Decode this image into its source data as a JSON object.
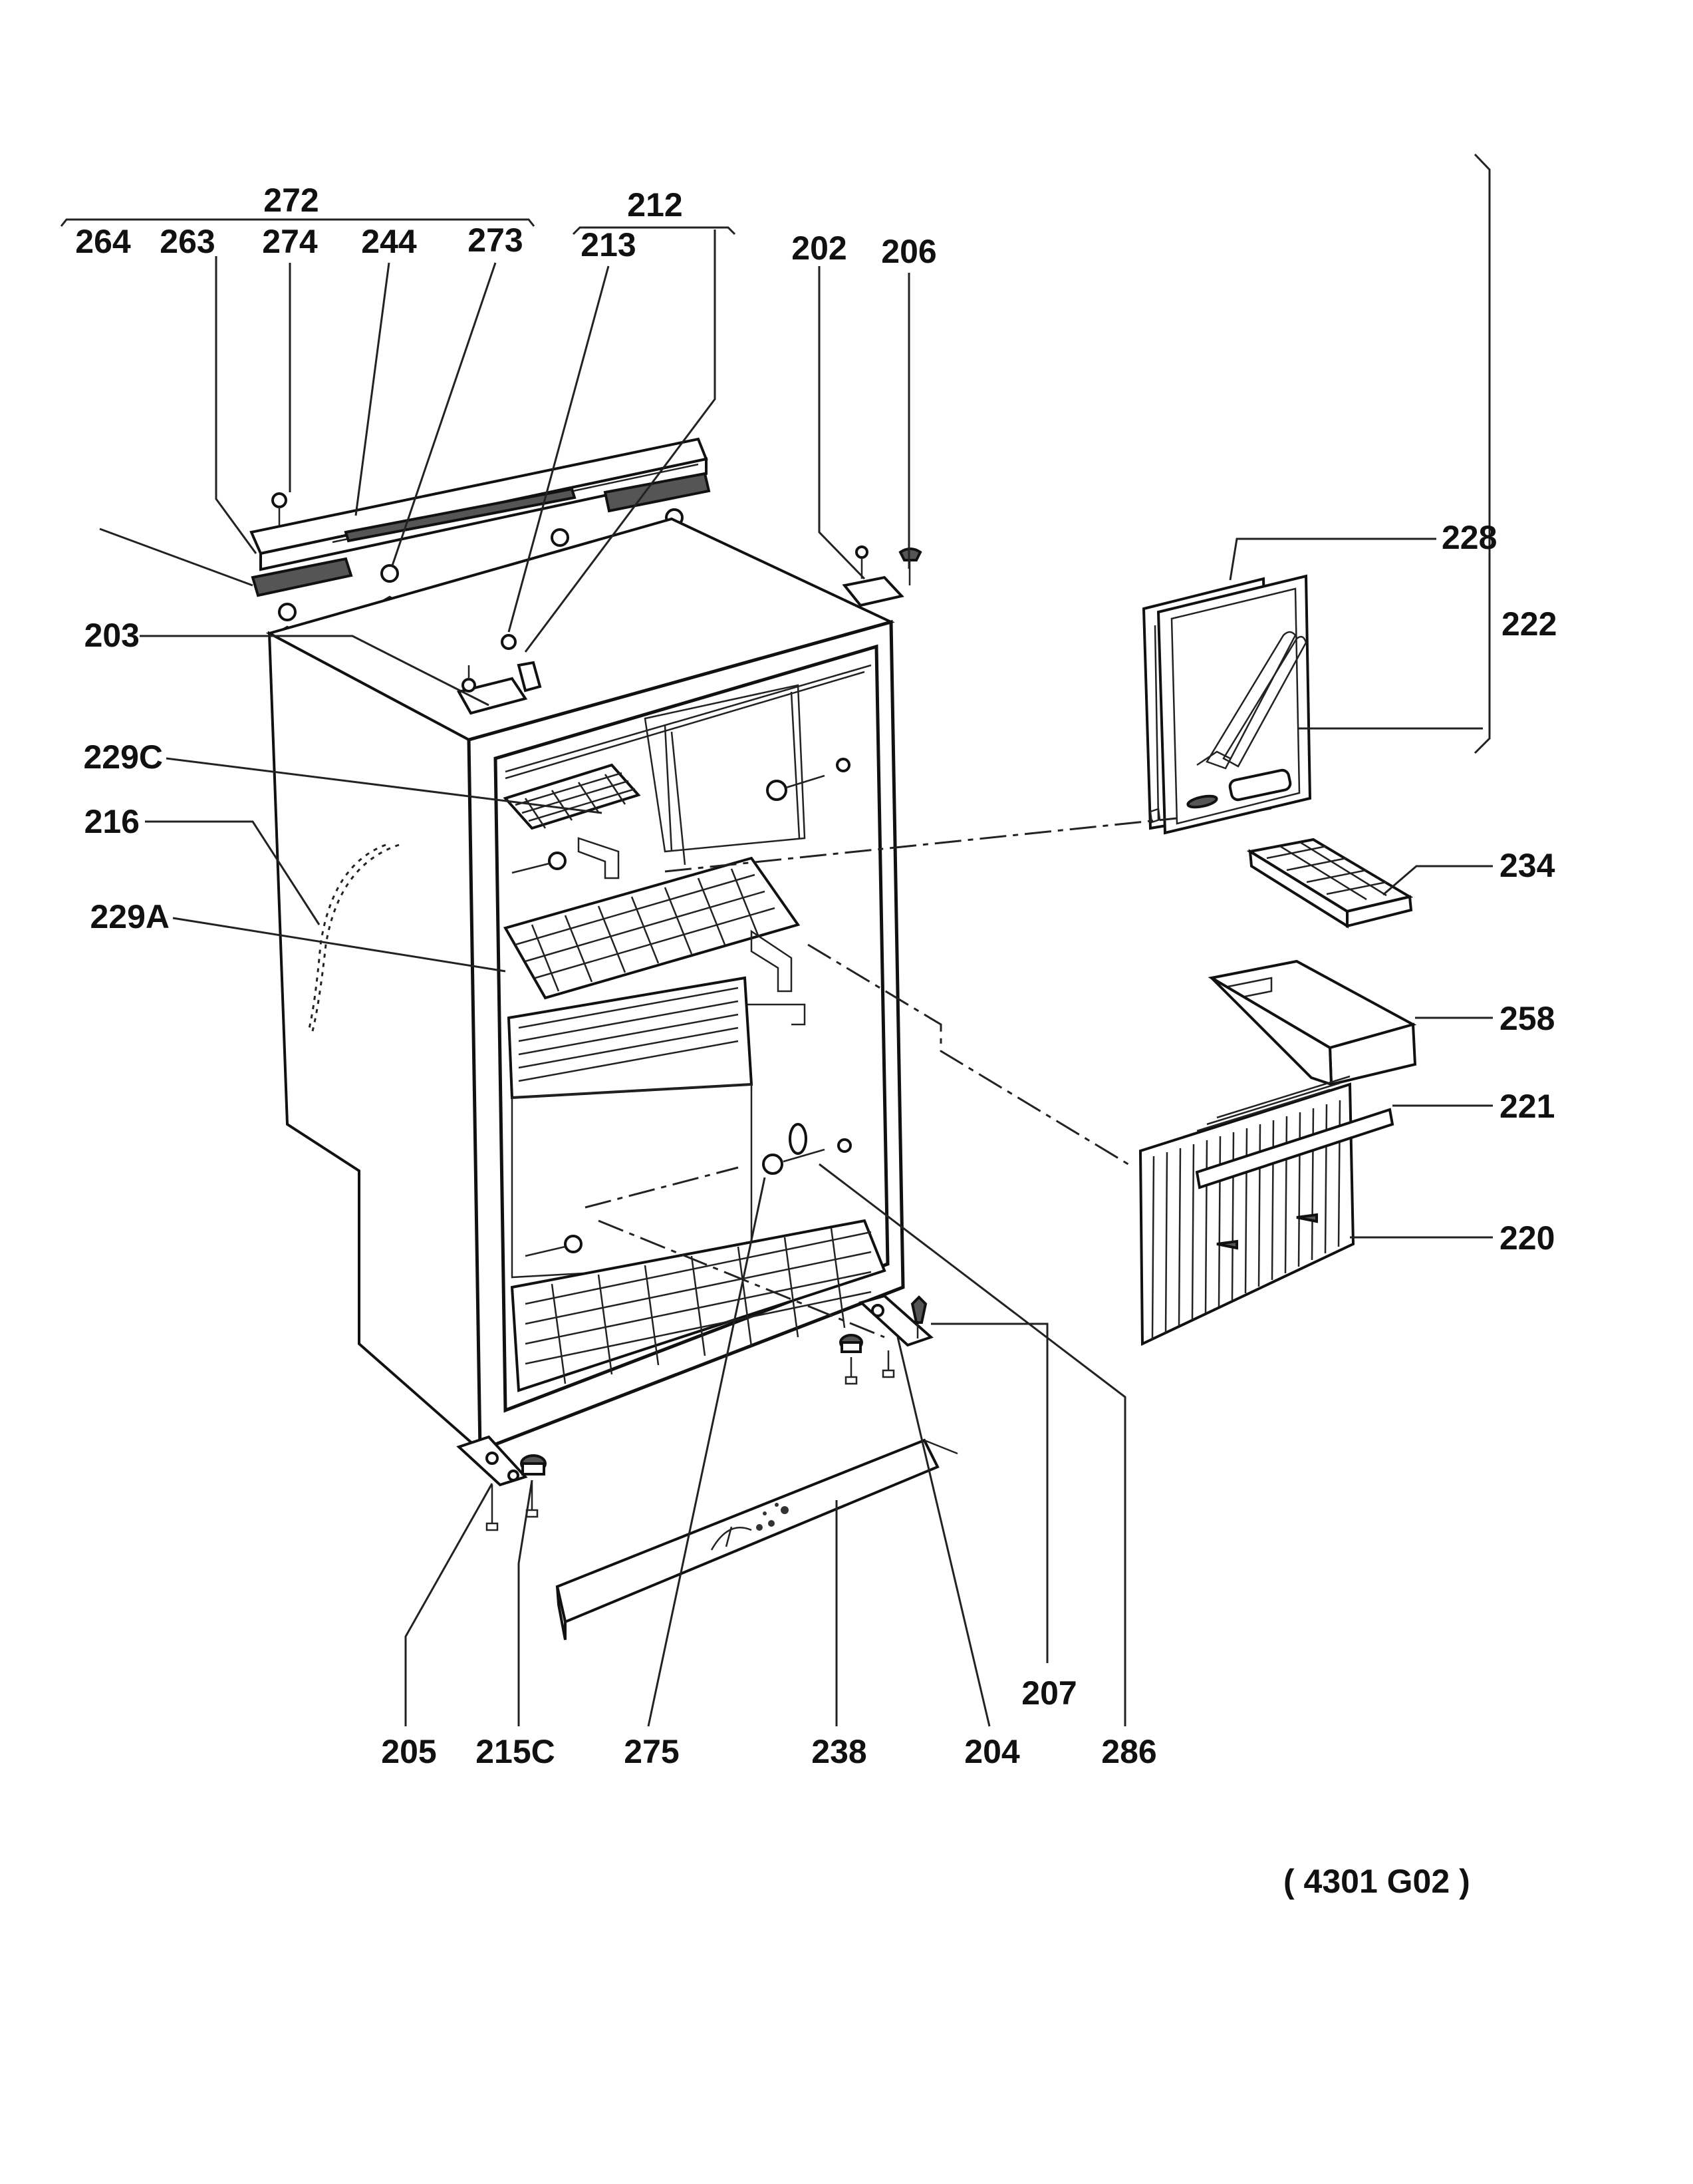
{
  "labels": {
    "l272": "272",
    "l212": "212",
    "l264": "264",
    "l263": "263",
    "l274": "274",
    "l244": "244",
    "l273": "273",
    "l213": "213",
    "l202": "202",
    "l206": "206",
    "l228": "228",
    "l222": "222",
    "l203": "203",
    "l229C": "229C",
    "l216": "216",
    "l229A": "229A",
    "l234": "234",
    "l258": "258",
    "l221": "221",
    "l220": "220",
    "l207": "207",
    "l205": "205",
    "l215C": "215C",
    "l275": "275",
    "l238": "238",
    "l204": "204",
    "l286": "286"
  },
  "drawing_code": "( 4301  G02 )"
}
